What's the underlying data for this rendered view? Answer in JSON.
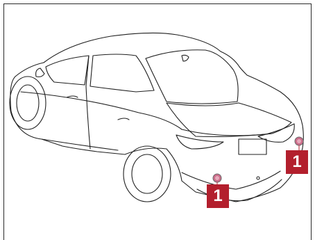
{
  "diagram": {
    "callouts": [
      {
        "label": "1",
        "part": "sensor-left"
      },
      {
        "label": "1",
        "part": "sensor-right"
      }
    ]
  },
  "colors": {
    "callout_fill": "#b31f2d",
    "sensor_fill": "#cc6d8a",
    "line": "#1f1f1f"
  }
}
